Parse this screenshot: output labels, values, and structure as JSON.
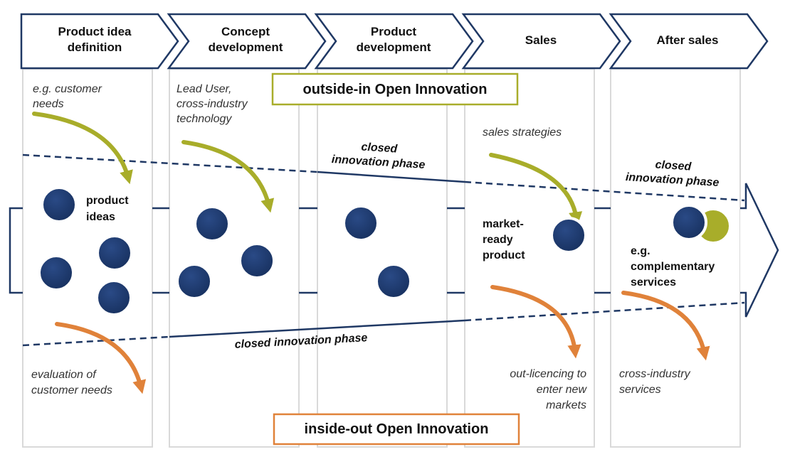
{
  "colors": {
    "navy": "#1f3864",
    "olive": "#a8ad2a",
    "orange": "#e0823a",
    "column_border": "#d9d9d9"
  },
  "phases": [
    {
      "line1": "Product idea",
      "line2": "definition"
    },
    {
      "line1": "Concept",
      "line2": "development"
    },
    {
      "line1": "Product",
      "line2": "development"
    },
    {
      "line1": "Sales",
      "line2": ""
    },
    {
      "line1": "After sales",
      "line2": ""
    }
  ],
  "outside_in_title": "outside-in Open Innovation",
  "inside_out_title": "inside-out Open Innovation",
  "closed_phase": {
    "top_center": {
      "line1": "closed",
      "line2": "innovation  phase"
    },
    "top_right": {
      "line1": "closed",
      "line2": "innovation  phase"
    },
    "bottom": "closed  innovation  phase"
  },
  "annotations": {
    "customer_needs": {
      "line1": "e.g. customer",
      "line2": "needs"
    },
    "lead_user": {
      "line1": "Lead User,",
      "line2": "cross-industry",
      "line3": "technology"
    },
    "sales_strategies": "sales strategies",
    "evaluation": {
      "line1": "evaluation of",
      "line2": "customer needs"
    },
    "out_licencing": {
      "line1": "out-licencing to",
      "line2": "enter new",
      "line3": "markets"
    },
    "cross_industry_services": {
      "line1": "cross-industry",
      "line2": "services"
    }
  },
  "labels": {
    "product_ideas": {
      "line1": "product",
      "line2": "ideas"
    },
    "market_ready": {
      "line1": "market-",
      "line2": "ready",
      "line3": "product"
    },
    "complementary": {
      "line1": "e.g.",
      "line2": "complementary",
      "line3": "services"
    }
  }
}
